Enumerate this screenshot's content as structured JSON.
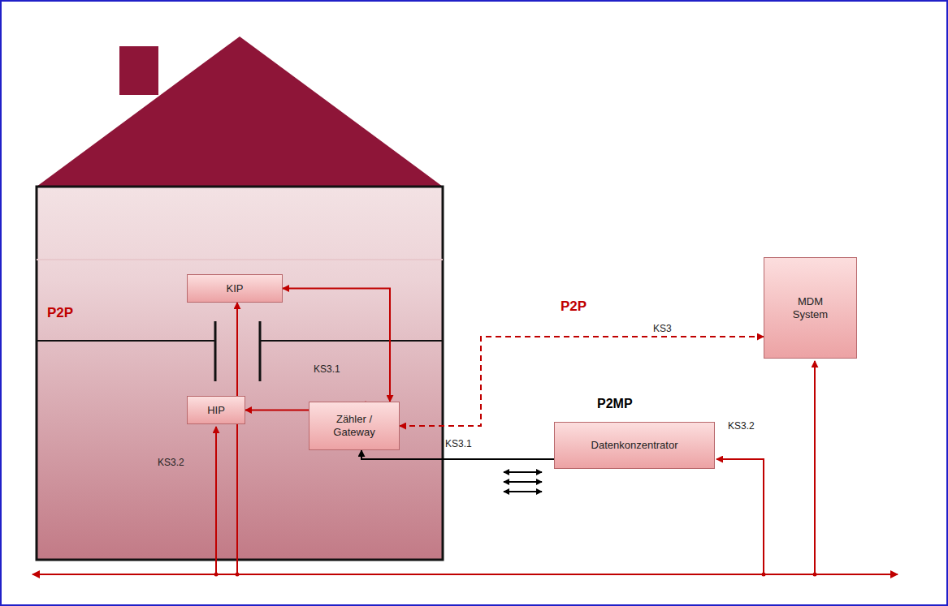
{
  "diagram": {
    "nodes": [
      {
        "text": [
          "KIP"
        ]
      },
      {
        "text": [
          "HIP"
        ]
      },
      {
        "text": [
          "Zähler / Gateway"
        ]
      },
      {
        "text": [
          "MDM System"
        ]
      },
      {
        "text": [
          "Datenkonzentrator"
        ]
      }
    ],
    "edges": [
      {
        "from": 1,
        "to": 0,
        "arrow": "to"
      },
      {
        "from": 0,
        "to": 2,
        "arrow": "both"
      },
      {
        "from": 1,
        "to": 2,
        "arrow": "both"
      },
      {
        "from": 2,
        "to": 3,
        "arrow": "both"
      },
      {
        "from": 4,
        "to": 2,
        "arrow": "to"
      }
    ],
    "labels": [
      "P2P",
      "P2P",
      "KS3",
      "KS3.1",
      "KS3.2",
      "P2MP",
      "KS3.1",
      "KS3.2"
    ]
  }
}
